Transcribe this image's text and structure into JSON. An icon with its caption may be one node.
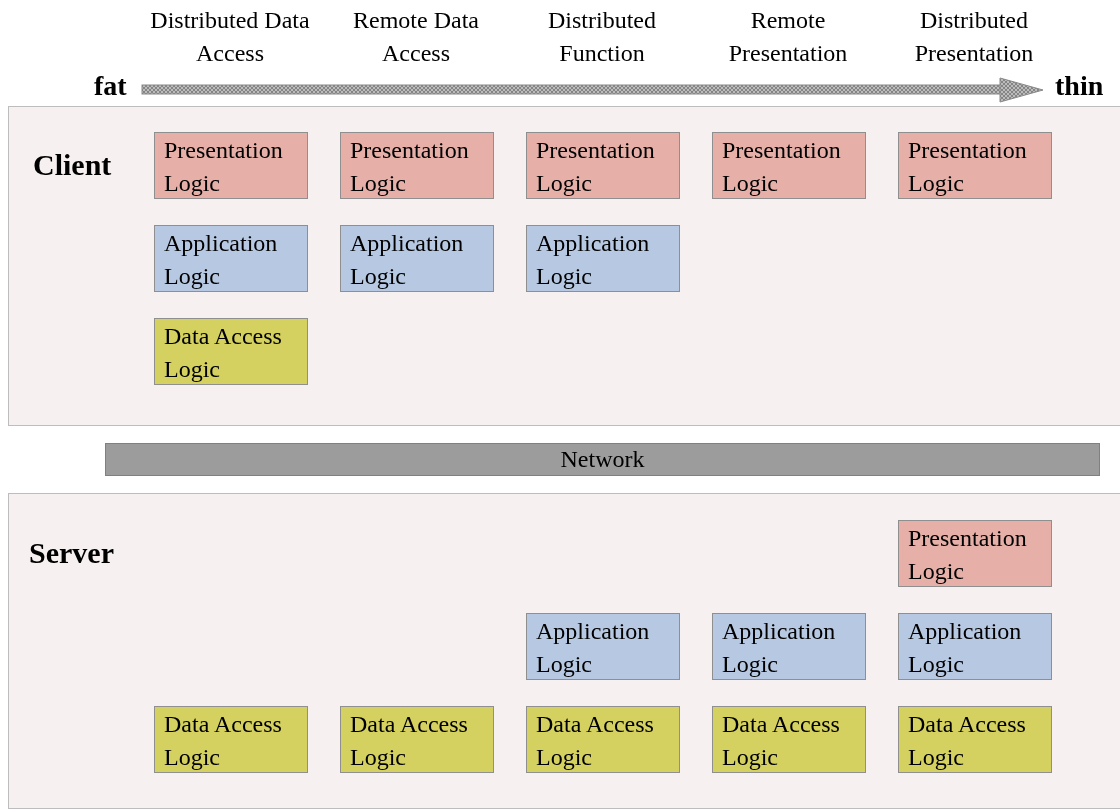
{
  "diagram": {
    "nodes": [
      {
        "text": [
          "Client"
        ]
      },
      {
        "text": [
          "Presentation Logic"
        ],
        "in": 0
      },
      {
        "text": [
          "Presentation Logic"
        ],
        "in": 0
      },
      {
        "text": [
          "Presentation Logic"
        ],
        "in": 0
      },
      {
        "text": [
          "Presentation Logic"
        ],
        "in": 0
      },
      {
        "text": [
          "Presentation Logic"
        ],
        "in": 0
      },
      {
        "text": [
          "Application Logic"
        ],
        "in": 0
      },
      {
        "text": [
          "Application Logic"
        ],
        "in": 0
      },
      {
        "text": [
          "Application Logic"
        ],
        "in": 0
      },
      {
        "text": [
          "Data Access Logic"
        ],
        "in": 0
      },
      {
        "text": [
          "Network"
        ]
      },
      {
        "text": [
          "Server"
        ]
      },
      {
        "text": [
          "Presentation Logic"
        ],
        "in": 11
      },
      {
        "text": [
          "Application Logic"
        ],
        "in": 11
      },
      {
        "text": [
          "Application Logic"
        ],
        "in": 11
      },
      {
        "text": [
          "Application Logic"
        ],
        "in": 11
      },
      {
        "text": [
          "Data Access Logic"
        ],
        "in": 11
      },
      {
        "text": [
          "Data Access Logic"
        ],
        "in": 11
      },
      {
        "text": [
          "Data Access Logic"
        ],
        "in": 11
      },
      {
        "text": [
          "Data Access Logic"
        ],
        "in": 11
      },
      {
        "text": [
          "Data Access Logic"
        ],
        "in": 11
      }
    ],
    "edges": [],
    "labels": [
      "Distributed Data Access",
      "Remote Data Access",
      "Distributed Function",
      "Remote Presentation",
      "Distributed Presentation",
      "fat",
      "thin"
    ]
  }
}
